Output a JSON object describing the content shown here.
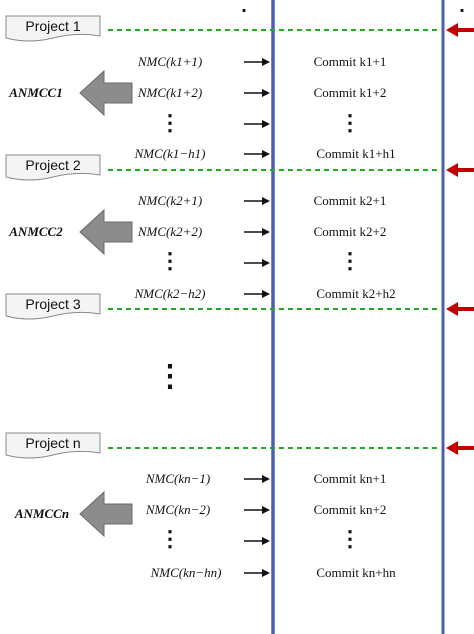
{
  "colors": {
    "vertical_line": "#4a60b0",
    "dashed_line": "#22aa22",
    "red_arrow": "#c00000",
    "gray_arrow_fill": "#8c8c8c",
    "gray_arrow_stroke": "#6a6a6a",
    "arrow": "#111111",
    "banner_fill": "#f4f4f4",
    "banner_stroke": "#8a8a8a"
  },
  "top_dots": [
    ".",
    "."
  ],
  "vertical_dots": "⋮",
  "blocks": [
    {
      "project": "Project 1",
      "anmcc": "ANMCC1",
      "rows": [
        {
          "nmc": "NMC(k1+1)",
          "commit": "Commit k1+1"
        },
        {
          "nmc": "NMC(k1+2)",
          "commit": "Commit k1+2"
        },
        {
          "nmc": "⋮",
          "commit": "⋮"
        },
        {
          "nmc": "NMC(k1−h1)",
          "commit": "Commit k1+h1"
        }
      ]
    },
    {
      "project": "Project 2",
      "anmcc": "ANMCC2",
      "rows": [
        {
          "nmc": "NMC(k2+1)",
          "commit": "Commit k2+1"
        },
        {
          "nmc": "NMC(k2+2)",
          "commit": "Commit k2+2"
        },
        {
          "nmc": "⋮",
          "commit": "⋮"
        },
        {
          "nmc": "NMC(k2−h2)",
          "commit": "Commit k2+h2"
        }
      ]
    },
    {
      "project": "Project 3",
      "rows": []
    },
    {
      "project": "Project n",
      "anmcc": "ANMCCn",
      "rows": [
        {
          "nmc": "NMC(kn−1)",
          "commit": "Commit kn+1"
        },
        {
          "nmc": "NMC(kn−2)",
          "commit": "Commit kn+2"
        },
        {
          "nmc": "⋮",
          "commit": "⋮"
        },
        {
          "nmc": "NMC(kn−hn)",
          "commit": "Commit kn+hn"
        }
      ]
    }
  ]
}
